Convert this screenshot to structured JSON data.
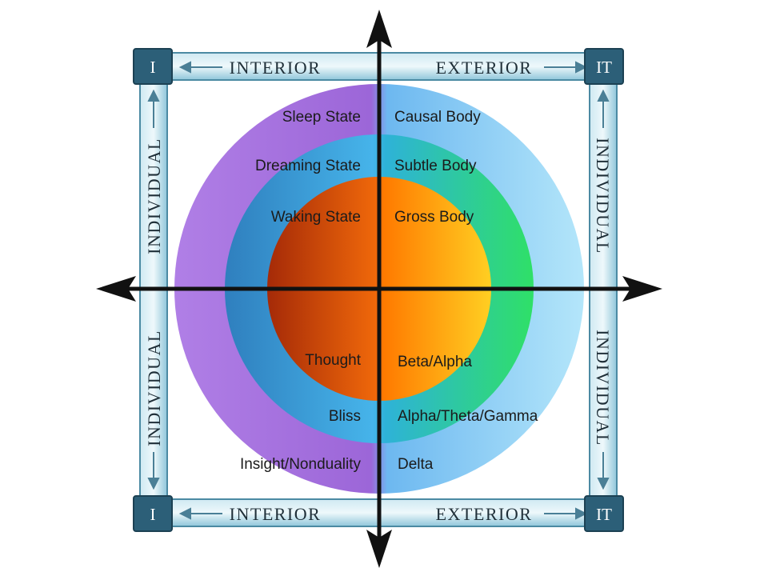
{
  "corners": {
    "top_left": "I",
    "top_right": "IT",
    "bottom_left": "I",
    "bottom_right": "IT"
  },
  "bars": {
    "top_left": "INTERIOR",
    "top_right": "EXTERIOR",
    "bottom_left": "INTERIOR",
    "bottom_right": "EXTERIOR",
    "left_upper": "INDIVIDUAL",
    "left_lower": "INDIVIDUAL",
    "right_upper": "INDIVIDUAL",
    "right_lower": "INDIVIDUAL"
  },
  "upper_left": [
    "Sleep State",
    "Dreaming State",
    "Waking State"
  ],
  "upper_right": [
    "Causal Body",
    "Subtle Body",
    "Gross Body"
  ],
  "lower_left": [
    "Thought",
    "Bliss",
    "Insight/Nonduality"
  ],
  "lower_right": [
    "Beta/Alpha",
    "Alpha/Theta/Gamma",
    "Delta"
  ],
  "colors": {
    "frame": "#2c5f78",
    "bar_fill": "#a9d6e6",
    "outer_left": "#a86fe0",
    "outer_right": "#9fd9f5",
    "middle_left": "#1f86c9",
    "middle_right": "#22d876",
    "inner_left": "#c0390a",
    "inner_right": "#ffc21a",
    "axis": "#111111"
  }
}
